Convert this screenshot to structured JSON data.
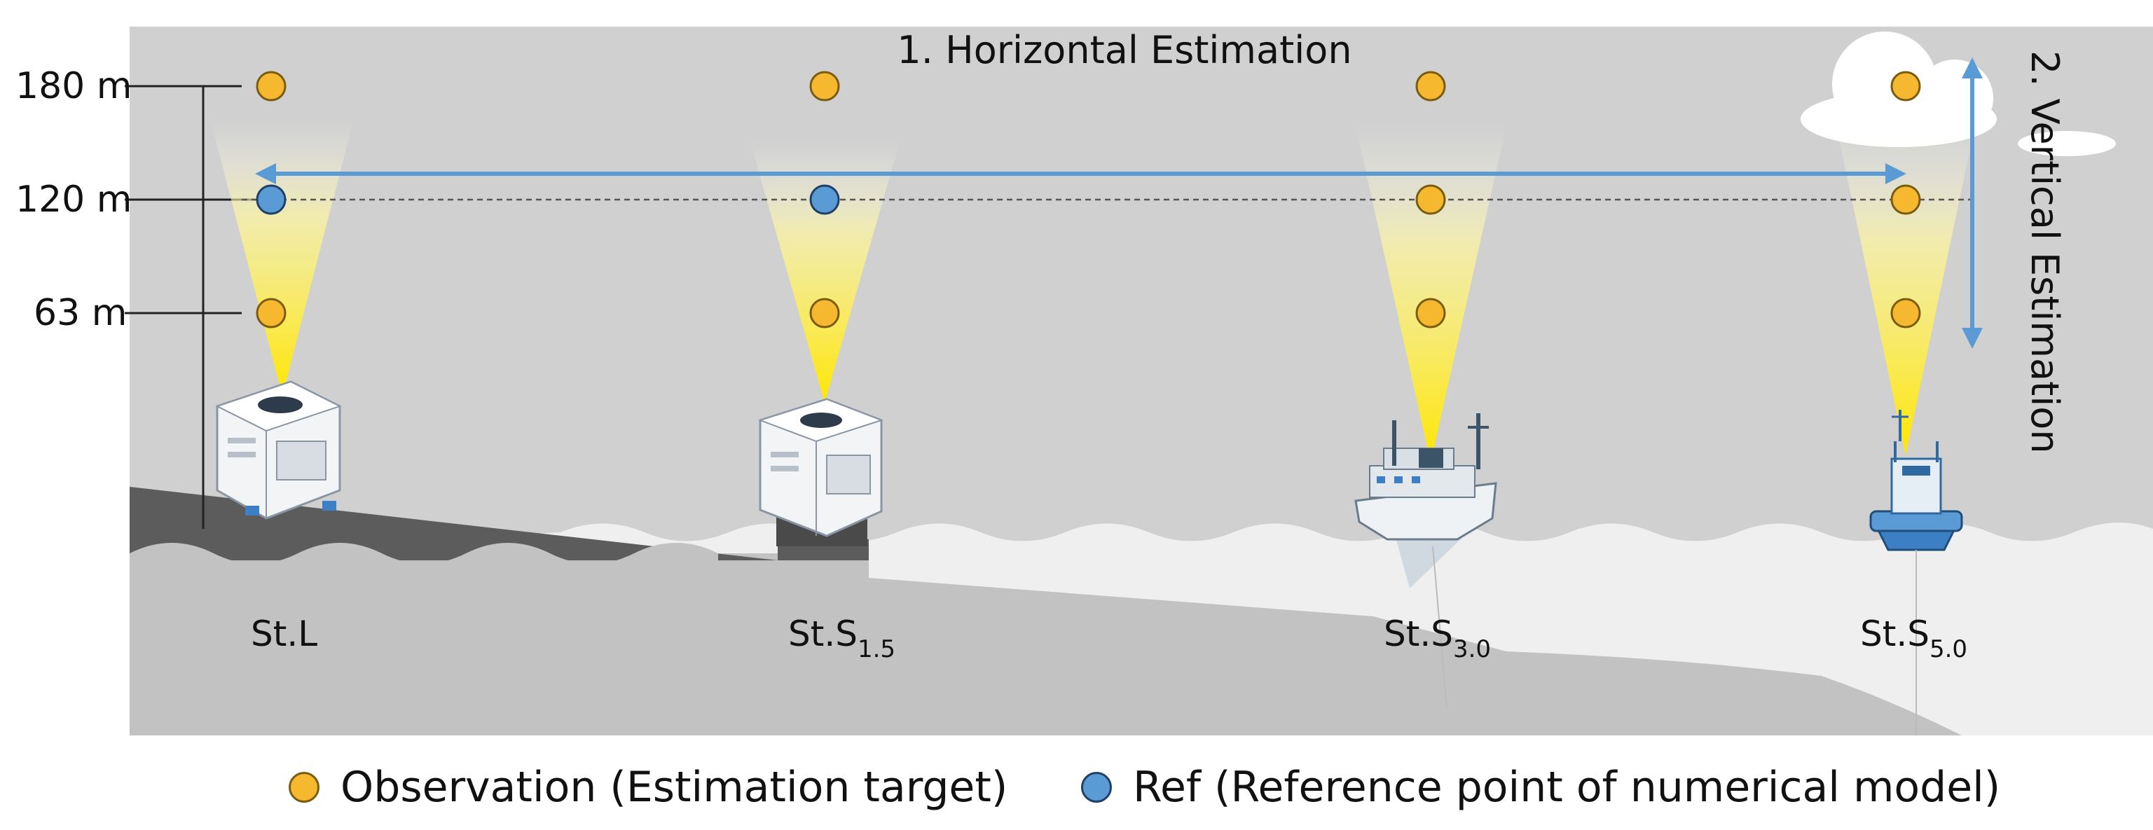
{
  "title": "1. Horizontal Estimation",
  "vertical_title": "2. Vertical Estimation",
  "heights": [
    {
      "label": "180 m",
      "value_m": 180
    },
    {
      "label": "120 m",
      "value_m": 120
    },
    {
      "label": "63 m",
      "value_m": 63
    }
  ],
  "stations": [
    {
      "name": "St.L",
      "sub": "",
      "platform": "lidar-unit"
    },
    {
      "name": "St.S",
      "sub": "1.5",
      "platform": "lidar-unit"
    },
    {
      "name": "St.S",
      "sub": "3.0",
      "platform": "vessel"
    },
    {
      "name": "St.S",
      "sub": "5.0",
      "platform": "buoy"
    }
  ],
  "reference_points": [
    {
      "station": "St.L",
      "height": "120 m"
    },
    {
      "station": "St.S1.5",
      "height": "120 m"
    }
  ],
  "legend": {
    "observation": "Observation (Estimation target)",
    "reference": "Ref (Reference point of numerical model)"
  },
  "colors": {
    "observation": "#f5b82e",
    "reference": "#5b9bd5",
    "arrow": "#5b9bd5",
    "beam": "#ffe600",
    "sky": "#d0d0d0",
    "land": "#5c5c5c",
    "sea": "#eeeeee"
  }
}
